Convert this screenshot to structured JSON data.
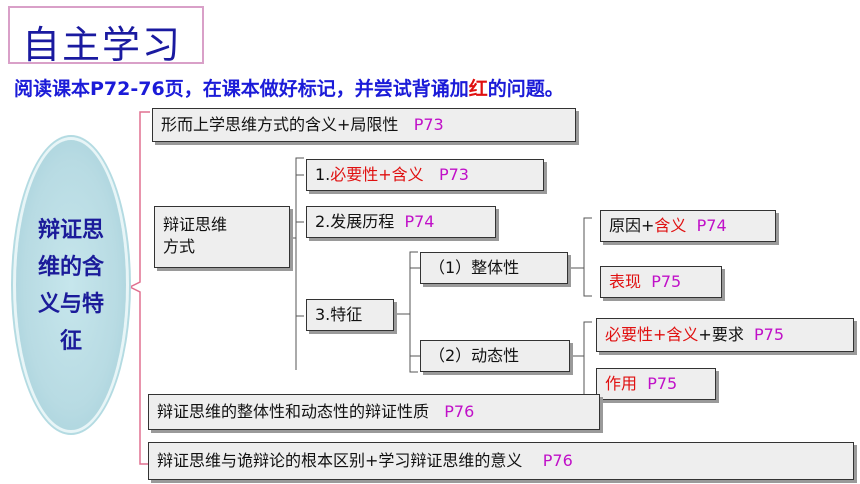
{
  "title": "自主学习",
  "instruction": {
    "before": "阅读课本P72-76页，在课本做好标记，并尝试背诵加",
    "red": "红",
    "after": "的问题。"
  },
  "center_label": [
    "辩证思",
    "维的含",
    "义与特",
    "征"
  ],
  "nodes": {
    "n1": {
      "text": "形而上学思维方式的含义+局限性",
      "page": "P73"
    },
    "n2": {
      "line1": "辩证思维",
      "line2": "方式"
    },
    "n3": {
      "prefix": "1.",
      "red": "必要性+含义",
      "page": "P73"
    },
    "n4": {
      "text": "2.发展历程",
      "page": "P74"
    },
    "n5": {
      "text": "3.特征"
    },
    "n6": {
      "text": "（1）整体性"
    },
    "n7": {
      "text": "（2）动态性"
    },
    "n8": {
      "text": "原因+",
      "red": "含义",
      "page": "P74"
    },
    "n9": {
      "red": "表现",
      "page": "P75"
    },
    "n10": {
      "red": "必要性+含义",
      "text": "+要求",
      "page": "P75"
    },
    "n11": {
      "red": "作用",
      "page": "P75"
    },
    "n12": {
      "text": "辩证思维的整体性和动态性的辩证性质",
      "page": "P76"
    },
    "n13": {
      "text": "辩证思维与诡辩论的根本区别+学习辩证思维的意义",
      "page": "P76"
    }
  },
  "colors": {
    "title": "#1a1aa0",
    "instruction": "#1b1bd8",
    "highlight": "#e01010",
    "page_ref": "#c010c8",
    "bracket": "#e07090"
  }
}
